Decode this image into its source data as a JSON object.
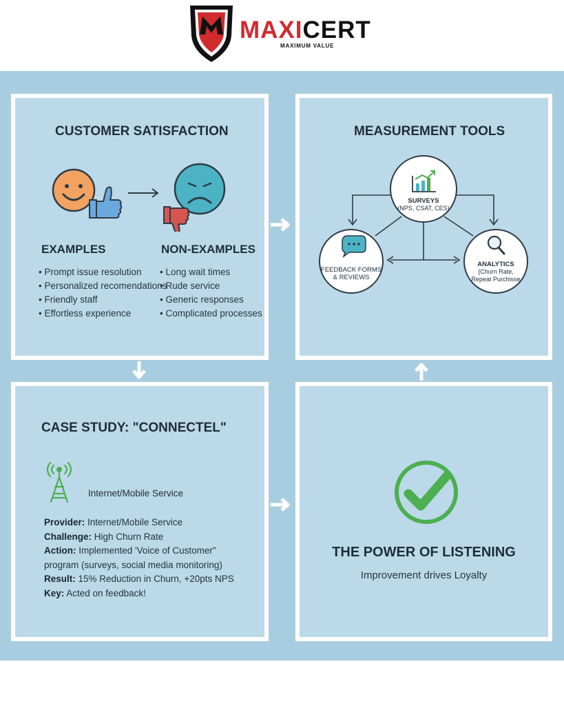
{
  "logo": {
    "brand_part1": "MAXI",
    "brand_part2": "CERT",
    "tagline": "MAXIMUM VALUE",
    "colors": {
      "red": "#d12a2f",
      "black": "#111111"
    }
  },
  "colors": {
    "background": "#a9cde0",
    "panel": "#bcd9e9",
    "panel_border": "#ffffff",
    "accent_green": "#4caf50",
    "happy_face": "#f4a261",
    "sad_face": "#4bb3c4",
    "thumb_up": "#6aa9df",
    "thumb_down": "#d9534f"
  },
  "satisfaction": {
    "title": "CUSTOMER SATISFACTION",
    "icons": [
      "smiley-face-icon",
      "thumbs-up-icon",
      "arrow-right-icon",
      "sad-face-icon",
      "thumbs-down-icon"
    ],
    "examples_heading": "EXAMPLES",
    "examples": [
      "Prompt issue resolution",
      "Personalized recomendations",
      "Friendly staff",
      "Effortless experience"
    ],
    "nonexamples_heading": "NON-EXAMPLES",
    "nonexamples": [
      "Long wait times",
      "Rude service",
      "Generic responses",
      "Complicated processes"
    ]
  },
  "measurement": {
    "title": "MEASUREMENT TOOLS",
    "surveys": {
      "name": "SURVEYS",
      "detail": "(NPS, CSAT, CES)",
      "icon": "bar-chart-icon"
    },
    "feedback": {
      "line1": "FEEDBACK FORMS",
      "line2": "& REVIEWS",
      "icon": "chat-bubble-icon"
    },
    "analytics": {
      "name": "ANALYTICS",
      "line2": "(Churn Rate,",
      "line3": "Repeat Purchisse",
      "icon": "magnifier-icon"
    }
  },
  "case_study": {
    "title": "CASE STUDY: \"CONNECTEL\"",
    "icon": "cell-tower-icon",
    "service_caption": "Internet/Mobile Service",
    "provider_label": "Provider:",
    "provider_value": " Internet/Mobile Service",
    "challenge_label": "Challenge:",
    "challenge_value": " High Churn Rate",
    "action_label": "Action:",
    "action_value": " Implemented 'Voice of Customer\"",
    "action_value_2": "program (surveys, social media monitoring)",
    "result_label": "Result:",
    "result_value": " 15% Reduction in Churn, +20pts NPS",
    "key_label": "Key:",
    "key_value": " Acted on feedback!"
  },
  "listening": {
    "title": "THE POWER OF LISTENING",
    "subtitle": "Improvement drives Loyalty",
    "icon": "check-circle-icon"
  }
}
